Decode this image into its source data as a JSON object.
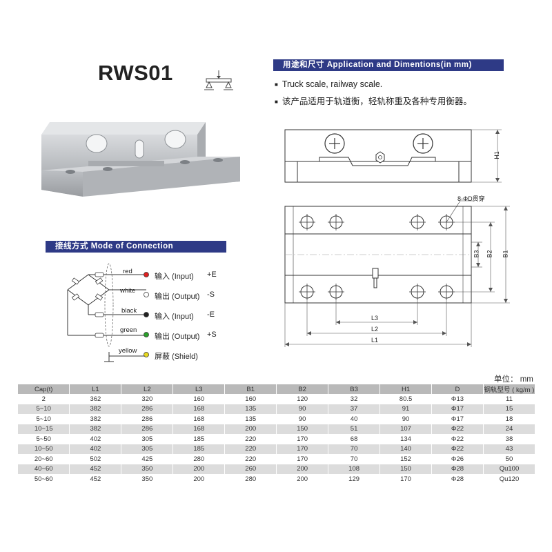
{
  "product": {
    "model": "RWS01"
  },
  "application": {
    "banner": "用途和尺寸 Application and Dimentions(in mm)",
    "bullets": [
      "Truck scale, railway scale.",
      "该产品适用于轨道衡，轻轨称重及各种专用衡器。"
    ]
  },
  "connection": {
    "banner": "接线方式 Mode of Connection",
    "wires": [
      {
        "color_name": "red",
        "color": "#e02020",
        "label": "输入 (Input)",
        "sign": "+E"
      },
      {
        "color_name": "white",
        "color": "#ffffff",
        "label": "输出 (Output)",
        "sign": "-S"
      },
      {
        "color_name": "black",
        "color": "#222222",
        "label": "输入 (Input)",
        "sign": "-E"
      },
      {
        "color_name": "green",
        "color": "#2aa02a",
        "label": "输出 (Output)",
        "sign": "+S"
      },
      {
        "color_name": "yellow",
        "color": "#e6d81e",
        "label": "屏蔽 (Shield)",
        "sign": ""
      }
    ]
  },
  "drawing": {
    "h1": "H1",
    "hole_note": "8-ΦD贯穿",
    "b1": "B1",
    "b2": "B2",
    "b3": "B3",
    "l1": "L1",
    "l2": "L2",
    "l3": "L3"
  },
  "table": {
    "unit": "单位：  mm",
    "headers": [
      "Cap(t)",
      "L1",
      "L2",
      "L3",
      "B1",
      "B2",
      "B3",
      "H1",
      "D",
      "钢轨型号 ( kg/m )"
    ],
    "rows": [
      [
        "2",
        "362",
        "320",
        "160",
        "160",
        "120",
        "32",
        "80.5",
        "Φ13",
        "11"
      ],
      [
        "5~10",
        "382",
        "286",
        "168",
        "135",
        "90",
        "37",
        "91",
        "Φ17",
        "15"
      ],
      [
        "5~10",
        "382",
        "286",
        "168",
        "135",
        "90",
        "40",
        "90",
        "Φ17",
        "18"
      ],
      [
        "10~15",
        "382",
        "286",
        "168",
        "200",
        "150",
        "51",
        "107",
        "Φ22",
        "24"
      ],
      [
        "5~50",
        "402",
        "305",
        "185",
        "220",
        "170",
        "68",
        "134",
        "Φ22",
        "38"
      ],
      [
        "10~50",
        "402",
        "305",
        "185",
        "220",
        "170",
        "70",
        "140",
        "Φ22",
        "43"
      ],
      [
        "20~60",
        "502",
        "425",
        "280",
        "220",
        "170",
        "70",
        "152",
        "Φ26",
        "50"
      ],
      [
        "40~60",
        "452",
        "350",
        "200",
        "260",
        "200",
        "108",
        "150",
        "Φ28",
        "Qu100"
      ],
      [
        "50~60",
        "452",
        "350",
        "200",
        "280",
        "200",
        "129",
        "170",
        "Φ28",
        "Qu120"
      ]
    ]
  }
}
